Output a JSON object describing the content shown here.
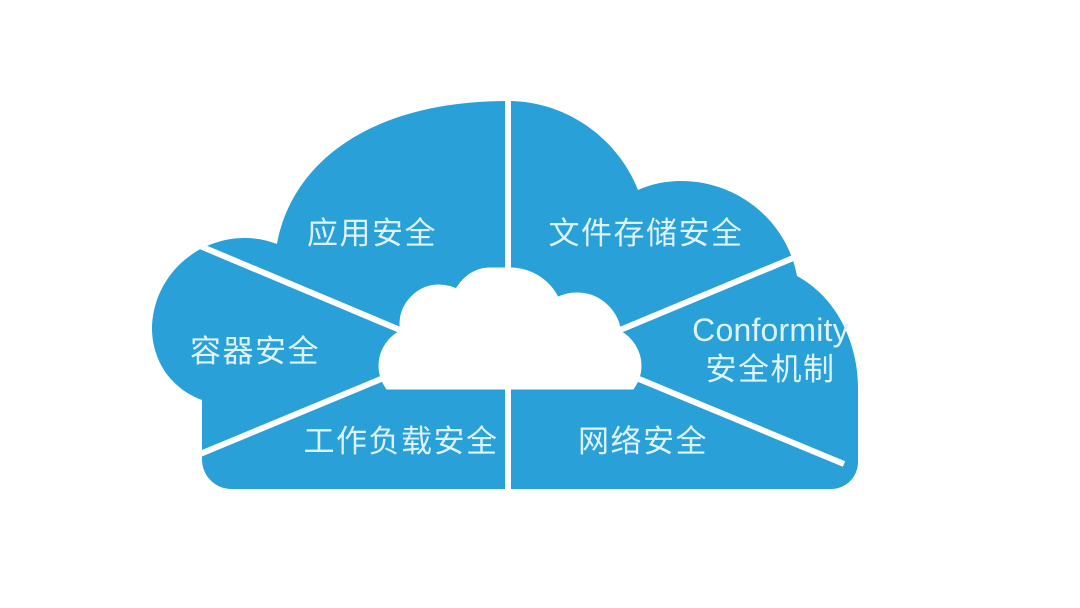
{
  "diagram": {
    "title": "Cloud Security Segmented Cloud Diagram",
    "shape": "cloud",
    "colors": {
      "segment_fill": "#29a0d8",
      "divider": "#ffffff",
      "label_text": "#ddf3fb",
      "inner_cloud": "#ffffff",
      "background": "#ffffff"
    },
    "center": {
      "name": "inner-cloud",
      "label": ""
    },
    "segments": [
      {
        "id": "app-security",
        "name": "应用安全",
        "lines": [
          "应用安全"
        ],
        "position": "top-left"
      },
      {
        "id": "file-storage-security",
        "name": "文件存储安全",
        "lines": [
          "文件存储安全"
        ],
        "position": "top-right"
      },
      {
        "id": "container-security",
        "name": "容器安全",
        "lines": [
          "容器安全"
        ],
        "position": "left"
      },
      {
        "id": "conformity-security-mechanism",
        "name": "Conformity 安全机制",
        "lines": [
          "Conformity",
          "安全机制"
        ],
        "position": "right"
      },
      {
        "id": "workload-security",
        "name": "工作负载安全",
        "lines": [
          "工作负载安全"
        ],
        "position": "bottom-left"
      },
      {
        "id": "network-security",
        "name": "网络安全",
        "lines": [
          "网络安全"
        ],
        "position": "bottom-right"
      }
    ]
  },
  "labels": {
    "app_security": "应用安全",
    "file_storage_security": "文件存储安全",
    "container_security": "容器安全",
    "conformity_en": "Conformity",
    "conformity_cn": "安全机制",
    "workload_security": "工作负载安全",
    "network_security": "网络安全"
  }
}
